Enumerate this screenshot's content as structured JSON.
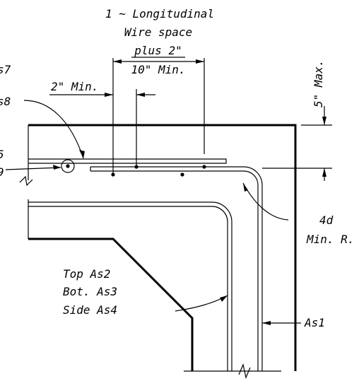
{
  "labels": {
    "wire_space_line1": "1 ~ Longitudinal",
    "wire_space_line2": "Wire space",
    "wire_space_line3": "plus 2\"",
    "wire_space_line4": "10\" Min.",
    "two_in_min": "2\" Min.",
    "five_in_max": "5\" Max.",
    "as7": "s7",
    "as8": "s8",
    "bar5": "5",
    "bar9": "9",
    "bend_radius_line1": "4d",
    "bend_radius_line2": "Min. R.",
    "top_as2": "Top As2",
    "bot_as3": "Bot. As3",
    "side_as4": "Side As4",
    "as1": "As1"
  },
  "colors": {
    "line": "#000000",
    "background": "#ffffff"
  }
}
